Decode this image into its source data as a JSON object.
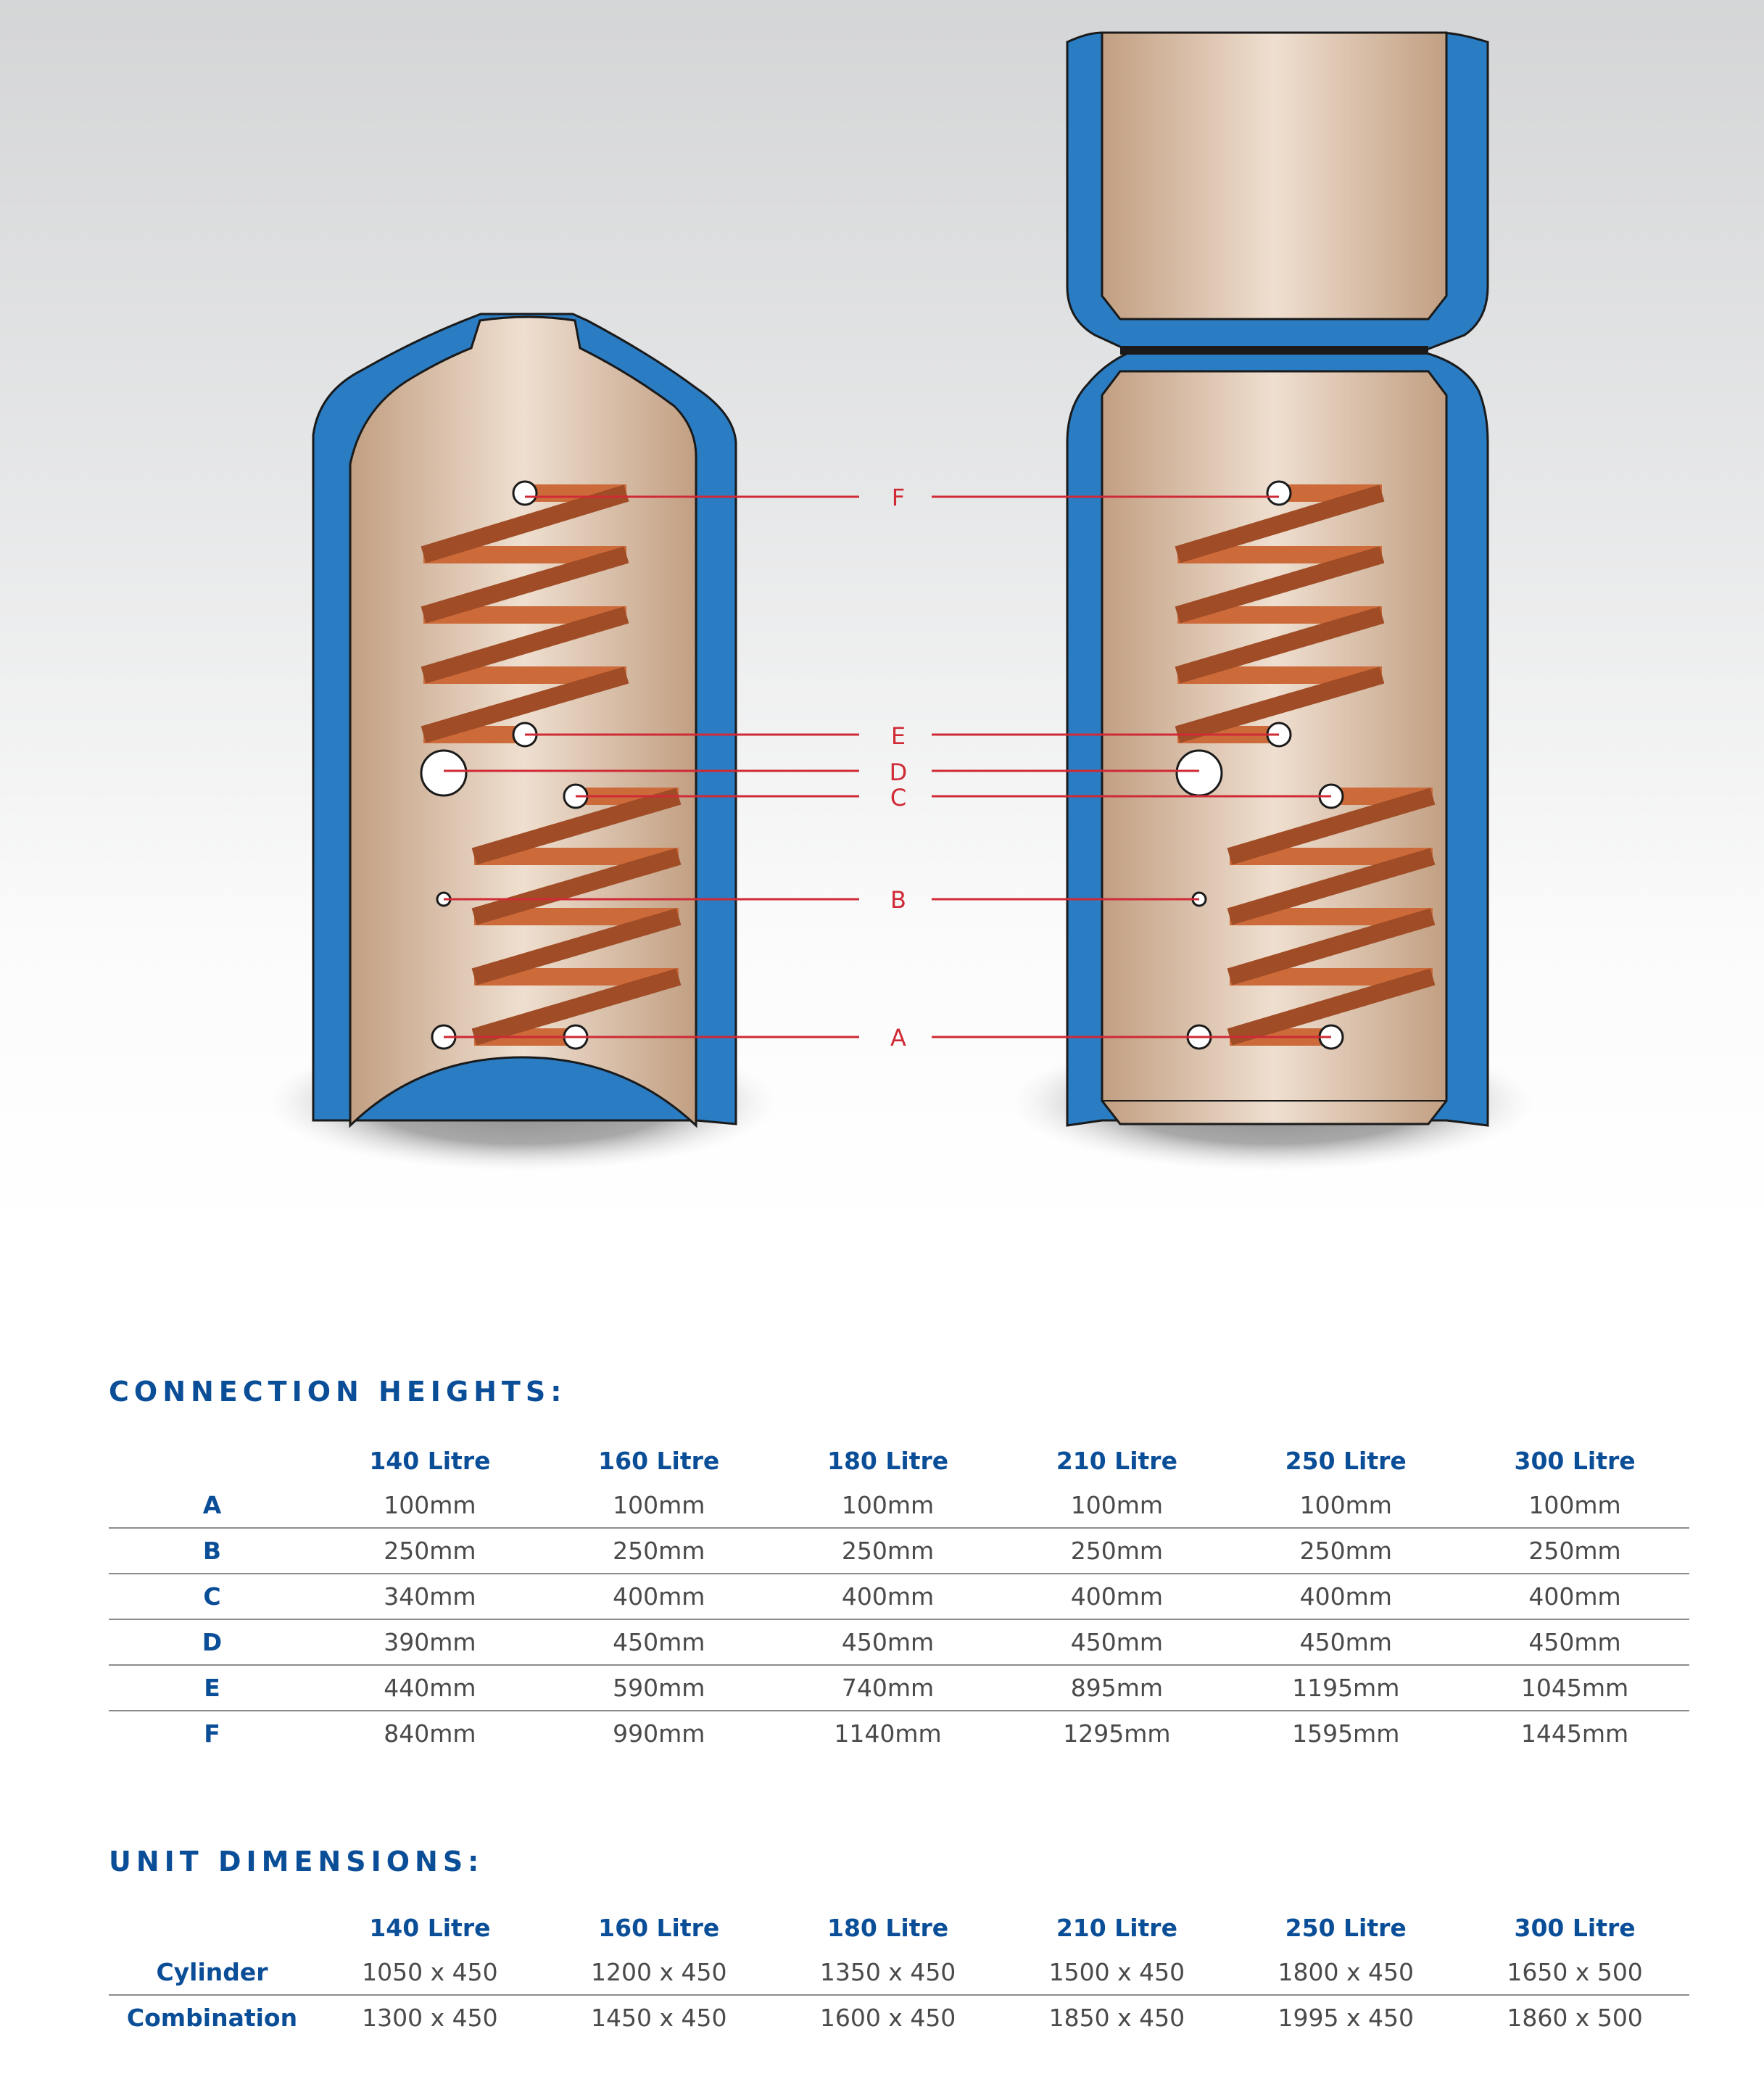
{
  "diagram": {
    "connection_labels": [
      "F",
      "E",
      "D",
      "C",
      "B",
      "A"
    ]
  },
  "colors": {
    "insulation": "#2a7cc3",
    "tank_light": "#efdfd0",
    "tank_dark": "#c29f82",
    "coil": "#cc6a3a",
    "coil_dark": "#a04c26",
    "leader_line": "#cf2a35",
    "heading": "#0b4e98"
  },
  "connection_heights": {
    "title": "CONNECTION HEIGHTS:",
    "columns": [
      "140 Litre",
      "160 Litre",
      "180 Litre",
      "210 Litre",
      "250 Litre",
      "300 Litre"
    ],
    "rows": [
      {
        "label": "A",
        "values": [
          "100mm",
          "100mm",
          "100mm",
          "100mm",
          "100mm",
          "100mm"
        ]
      },
      {
        "label": "B",
        "values": [
          "250mm",
          "250mm",
          "250mm",
          "250mm",
          "250mm",
          "250mm"
        ]
      },
      {
        "label": "C",
        "values": [
          "340mm",
          "400mm",
          "400mm",
          "400mm",
          "400mm",
          "400mm"
        ]
      },
      {
        "label": "D",
        "values": [
          "390mm",
          "450mm",
          "450mm",
          "450mm",
          "450mm",
          "450mm"
        ]
      },
      {
        "label": "E",
        "values": [
          "440mm",
          "590mm",
          "740mm",
          "895mm",
          "1195mm",
          "1045mm"
        ]
      },
      {
        "label": "F",
        "values": [
          "840mm",
          "990mm",
          "1140mm",
          "1295mm",
          "1595mm",
          "1445mm"
        ]
      }
    ]
  },
  "unit_dimensions": {
    "title": "UNIT DIMENSIONS:",
    "columns": [
      "140 Litre",
      "160 Litre",
      "180 Litre",
      "210 Litre",
      "250 Litre",
      "300 Litre"
    ],
    "rows": [
      {
        "label": "Cylinder",
        "values": [
          "1050 x 450",
          "1200 x 450",
          "1350 x 450",
          "1500 x 450",
          "1800 x 450",
          "1650 x 500"
        ]
      },
      {
        "label": "Combination",
        "values": [
          "1300 x 450",
          "1450 x 450",
          "1600 x 450",
          "1850 x 450",
          "1995 x 450",
          "1860 x 500"
        ]
      }
    ]
  }
}
